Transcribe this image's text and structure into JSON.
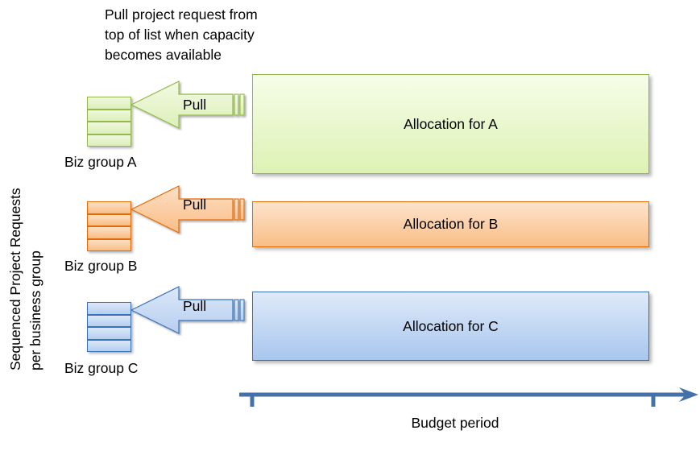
{
  "diagram": {
    "note": "Pull project request from\ntop of list when capacity\nbecomes available",
    "vertical_label_line1": "Sequenced Project Requests",
    "vertical_label_line2": "per business group",
    "axis": {
      "label": "Budget period",
      "color": "#4472a8",
      "direction": "left-to-right"
    },
    "rows": [
      {
        "id": "a",
        "group_label": "Biz group A",
        "pull_label": "Pull",
        "allocation_label": "Allocation for A",
        "stack_cells": 4,
        "color_fill": "#ddf2b4",
        "color_border": "#94b84b"
      },
      {
        "id": "b",
        "group_label": "Biz group B",
        "pull_label": "Pull",
        "allocation_label": "Allocation for B",
        "stack_cells": 4,
        "color_fill": "#f9bd85",
        "color_border": "#e36c09"
      },
      {
        "id": "c",
        "group_label": "Biz group C",
        "pull_label": "Pull",
        "allocation_label": "Allocation for C",
        "stack_cells": 4,
        "color_fill": "#a8c6ee",
        "color_border": "#3a72b8"
      }
    ]
  }
}
